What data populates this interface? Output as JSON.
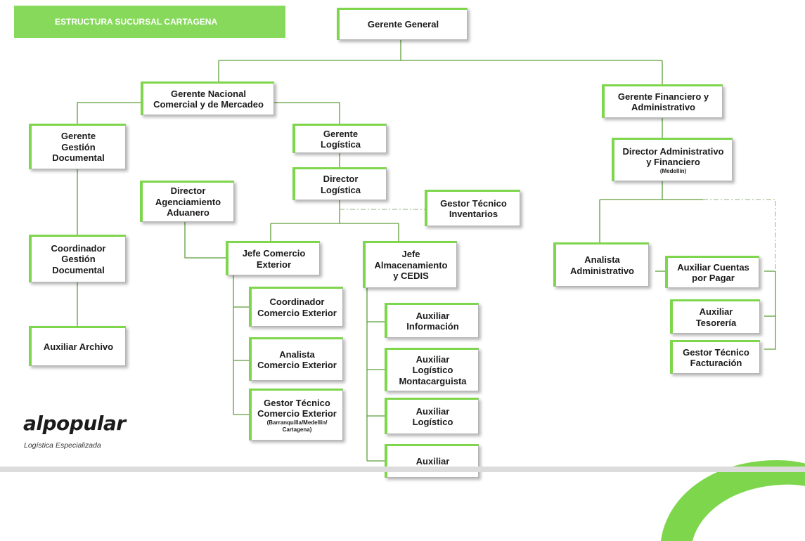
{
  "title": "ESTRUCTURA SUCURSAL CARTAGENA",
  "nodes": {
    "gerente_general": [
      "Gerente General"
    ],
    "gerente_nacional": [
      "Gerente Nacional",
      "Comercial y de Mercadeo"
    ],
    "gerente_financiero": [
      "Gerente Financiero y",
      "Administrativo"
    ],
    "gerente_gestion": [
      "Gerente",
      "Gestión",
      "Documental"
    ],
    "gerente_logistica": [
      "Gerente",
      "Logística"
    ],
    "director_adm": [
      "Director Administrativo",
      "y Financiero"
    ],
    "director_adm_sub": "(Medellín)",
    "director_logistica": [
      "Director",
      "Logística"
    ],
    "director_agenciamiento": [
      "Director",
      "Agenciamiento",
      "Aduanero"
    ],
    "gestor_inventarios": [
      "Gestor Técnico",
      "Inventarios"
    ],
    "coordinador_gestion": [
      "Coordinador",
      "Gestión",
      "Documental"
    ],
    "jefe_comercio": [
      "Jefe Comercio",
      "Exterior"
    ],
    "jefe_almacenamiento": [
      "Jefe",
      "Almacenamiento",
      "y CEDIS"
    ],
    "analista_adm": [
      "Analista",
      "Administrativo"
    ],
    "aux_cuentas": [
      "Auxiliar Cuentas",
      "por Pagar"
    ],
    "coord_comercio": [
      "Coordinador",
      "Comercio Exterior"
    ],
    "aux_informacion": [
      "Auxiliar",
      "Información"
    ],
    "aux_tesoreria": [
      "Auxiliar",
      "Tesorería"
    ],
    "aux_archivo": [
      "Auxiliar Archivo"
    ],
    "analista_comercio": [
      "Analista",
      "Comercio Exterior"
    ],
    "aux_montacarguista": [
      "Auxiliar",
      "Logístico",
      "Montacarguista"
    ],
    "gestor_facturacion": [
      "Gestor Técnico",
      "Facturación"
    ],
    "gestor_comercio": [
      "Gestor Técnico",
      "Comercio Exterior"
    ],
    "gestor_comercio_sub": [
      "(Barranquilla/Medellín/",
      "Cartagena)"
    ],
    "aux_logistico": [
      "Auxiliar",
      "Logístico"
    ],
    "auxiliar": [
      "Auxiliar"
    ]
  },
  "logo": {
    "name": "alpopular",
    "tagline": "Logística Especializada"
  },
  "colors": {
    "accent": "#7dd64b",
    "banner": "#86d95a",
    "line": "#5e9e3a"
  }
}
